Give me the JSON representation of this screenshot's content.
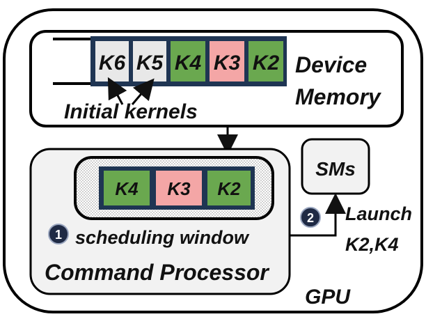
{
  "gpu_label": "GPU",
  "device_memory": {
    "label_line1": "Device",
    "label_line2": "Memory",
    "queue": [
      "K6",
      "K5",
      "K4",
      "K3",
      "K2"
    ],
    "annotation": "Initial kernels"
  },
  "command_processor": {
    "label": "Command Processor",
    "window_kernels": [
      "K4",
      "K3",
      "K2"
    ],
    "window_label": "scheduling window",
    "step_badge": "1"
  },
  "sms": {
    "label": "SMs"
  },
  "launch": {
    "step_badge": "2",
    "label_line1": "Launch",
    "label_line2": "K2,K4"
  },
  "colors": {
    "kernel_gray": "#e8e8e8",
    "kernel_green": "#6aa84f",
    "kernel_pink": "#f4a6a6",
    "kernel_border": "#1f3553",
    "cp_fill": "#f2f2f2",
    "badge_fill": "#1f2a44"
  }
}
